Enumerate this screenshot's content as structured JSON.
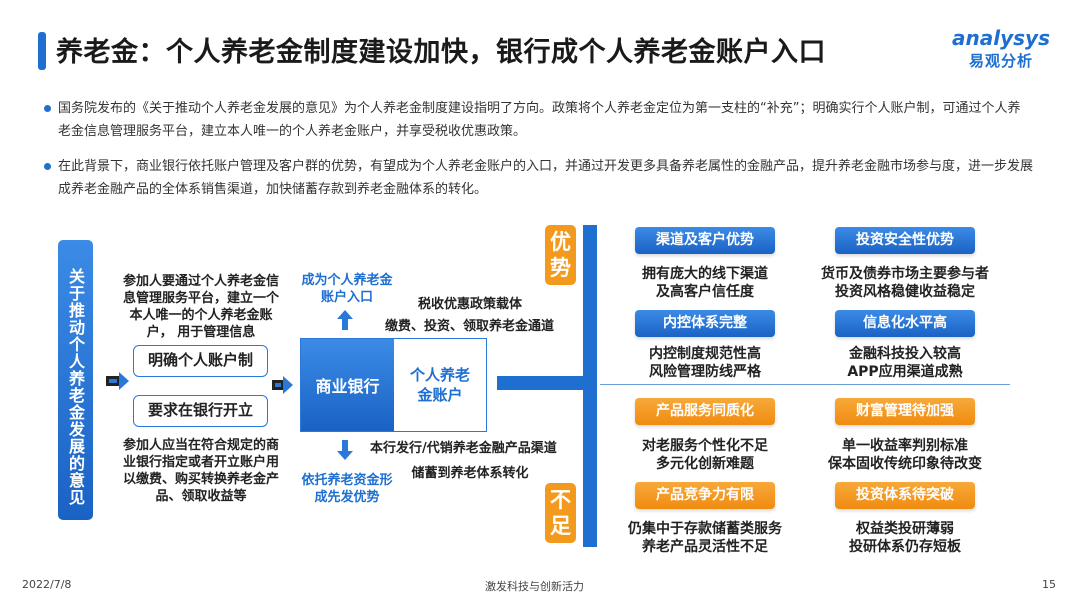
{
  "header": {
    "title": "养老金：个人养老金制度建设加快，银行成个人养老金账户入口",
    "logo_en": "analysys",
    "logo_cn": "易观分析"
  },
  "bullets": [
    "国务院发布的《关于推动个人养老金发展的意见》为个人养老金制度建设指明了方向。政策将个人养老金定位为第一支柱的“补充”；明确实行个人账户制，可通过个人养老金信息管理服务平台，建立本人唯一的个人养老金账户，并享受税收优惠政策。",
    "在此背景下，商业银行依托账户管理及客户群的优势，有望成为个人养老金账户的入口，并通过开发更多具备养老属性的金融产品，提升养老金融市场参与度，进一步发展成养老金融产品的全体系销售渠道，加快储蓄存款到养老金融体系的转化。"
  ],
  "diagram": {
    "policy": "关于推动个人养老金发展的意见",
    "desc_top": "参加人要通过个人养老金信息管理服务平台，建立一个本人唯一的个人养老金账户， 用于管理信息",
    "box1": "明确个人账户制",
    "box2": "要求在银行开立",
    "desc_bottom": "参加人应当在符合规定的商业银行指定或者开立账户用以缴费、购买转换养老金产品、领取收益等",
    "up_label": "成为个人养老金账户入口",
    "down_label": "依托养老资金形成先发优势",
    "bank": "商业银行",
    "account": "个人养老金账户",
    "top_r1": "税收优惠政策载体",
    "top_r2": "缴费、投资、领取养老金通道",
    "bot_r1": "本行发行/代销养老金融产品渠道",
    "bot_r2": "储蓄到养老体系转化"
  },
  "advantages_tag": "优势",
  "shortcomings_tag": "不足",
  "advantages": [
    {
      "title": "渠道及客户优势",
      "lines": [
        "拥有庞大的线下渠道",
        "及高客户信任度"
      ]
    },
    {
      "title": "投资安全性优势",
      "lines": [
        "货币及债券市场主要参与者",
        "投资风格稳健收益稳定"
      ]
    },
    {
      "title": "内控体系完整",
      "lines": [
        "内控制度规范性高",
        "风险管理防线严格"
      ]
    },
    {
      "title": "信息化水平高",
      "lines": [
        "金融科技投入较高",
        "APP应用渠道成熟"
      ]
    }
  ],
  "shortcomings": [
    {
      "title": "产品服务同质化",
      "lines": [
        "对老服务个性化不足",
        "多元化创新难题"
      ]
    },
    {
      "title": "财富管理待加强",
      "lines": [
        "单一收益率判别标准",
        "保本固收传统印象待改变"
      ]
    },
    {
      "title": "产品竞争力有限",
      "lines": [
        "仍集中于存款储蓄类服务",
        "养老产品灵活性不足"
      ]
    },
    {
      "title": "投资体系待突破",
      "lines": [
        "权益类投研薄弱",
        "投研体系仍存短板"
      ]
    }
  ],
  "footer": {
    "date": "2022/7/8",
    "slogan": "激发科技与创新活力",
    "page": "15"
  }
}
